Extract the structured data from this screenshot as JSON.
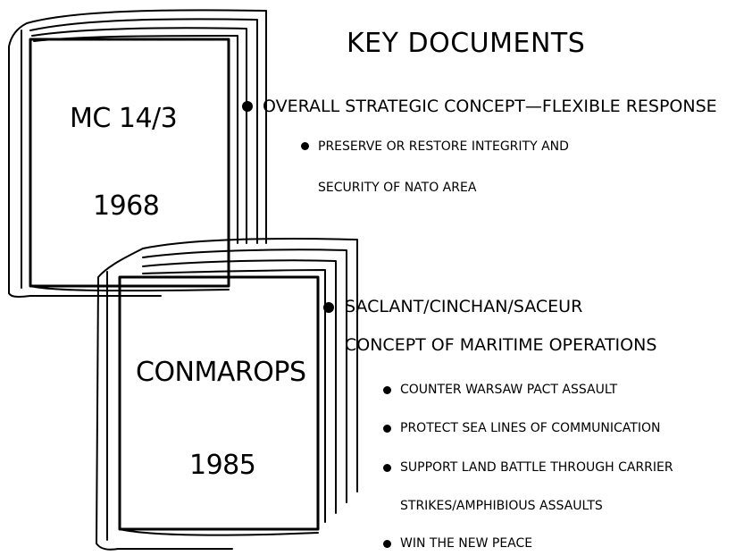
{
  "heading": "KEY DOCUMENTS",
  "book1": {
    "title": "MC 14/3",
    "year": "1968",
    "bullet": "OVERALL STRATEGIC CONCEPT—FLEXIBLE RESPONSE",
    "sub_bullet_line1": "PRESERVE OR RESTORE INTEGRITY AND",
    "sub_bullet_line2": "SECURITY OF NATO AREA"
  },
  "book2": {
    "title": "CONMAROPS",
    "year": "1985",
    "bullet_line1": "SACLANT/CINCHAN/SACEUR",
    "bullet_line2": "CONCEPT OF MARITIME OPERATIONS",
    "sub_bullets": [
      "COUNTER WARSAW PACT ASSAULT",
      "PROTECT SEA LINES OF COMMUNICATION",
      "SUPPORT LAND BATTLE THROUGH CARRIER",
      "STRIKES/AMPHIBIOUS ASSAULTS",
      "WIN THE NEW PEACE"
    ]
  }
}
